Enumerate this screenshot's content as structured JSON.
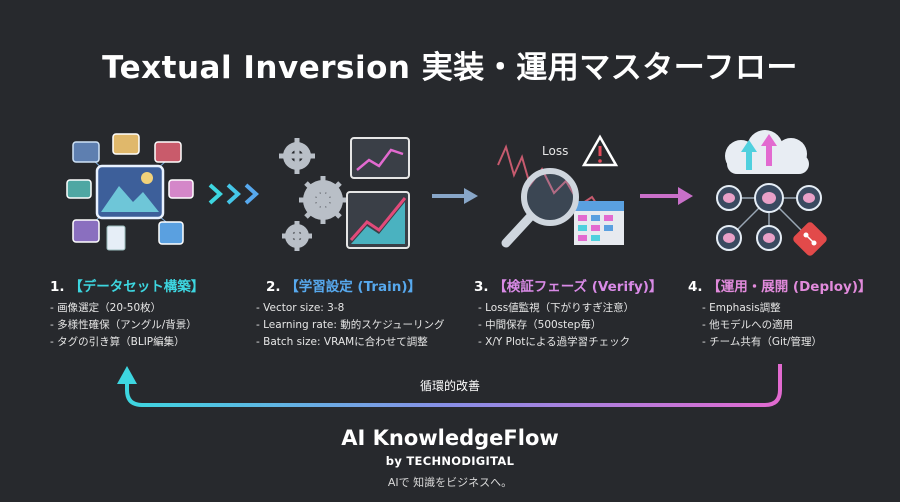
{
  "title": "Textual Inversion 実装・運用マスターフロー",
  "steps": [
    {
      "num": "1.",
      "label": "【データセット構築】",
      "color": "#3dd6e0",
      "bullets": [
        "画像選定（20-50枚）",
        "多様性確保（アングル/背景）",
        "タグの引き算（BLIP編集）"
      ]
    },
    {
      "num": "2.",
      "label": "【学習設定 (Train)】",
      "color": "#57a9ee",
      "bullets": [
        "Vector size: 3-8",
        "Learning rate: 動的スケジューリング",
        "Batch size: VRAMに合わせて調整"
      ]
    },
    {
      "num": "3.",
      "label": "【検証フェーズ (Verify)】",
      "color": "#d98ae6",
      "bullets": [
        "Loss値監視（下がりすぎ注意）",
        "中間保存（500step毎）",
        "X/Y Plotによる過学習チェック"
      ]
    },
    {
      "num": "4.",
      "label": "【運用・展開 (Deploy)】",
      "color": "#e28bdc",
      "bullets": [
        "Emphasis調整",
        "他モデルへの適用",
        "チーム共有（Git/管理）"
      ]
    }
  ],
  "loss_label": "Loss",
  "loop_label": "循環的改善",
  "brand": "AI KnowledgeFlow",
  "byline": "by TECHNODIGITAL",
  "tagline": "AIで 知識をビジネスへ。"
}
